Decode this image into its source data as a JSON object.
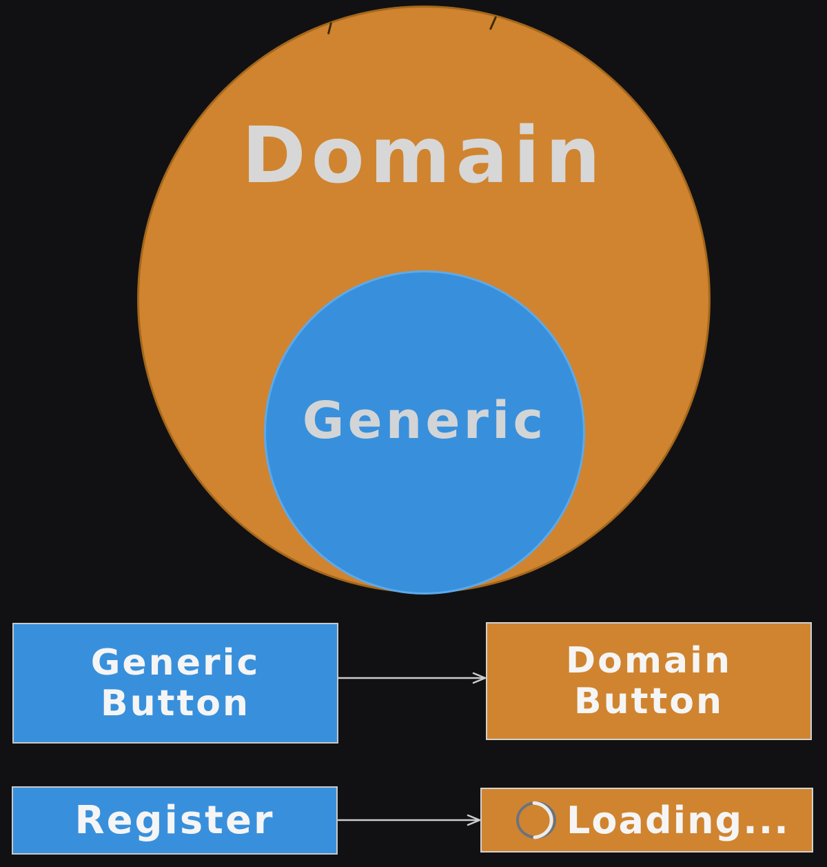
{
  "canvas": {
    "background": "#111113"
  },
  "venn": {
    "outer_label": "Domain",
    "outer_color": "#d0842f",
    "inner_label": "Generic",
    "inner_color": "#3890dc"
  },
  "row1": {
    "left": {
      "line1": "Generic",
      "line2": "Button",
      "color": "#3890dc"
    },
    "right": {
      "line1": "Domain",
      "line2": "Button",
      "color": "#d0842f"
    }
  },
  "row2": {
    "left": {
      "label": "Register",
      "color": "#3890dc"
    },
    "right": {
      "label": "Loading...",
      "icon": "spinner-icon",
      "color": "#d0842f"
    }
  },
  "text_colors": {
    "circle_label": "#d7d7d7",
    "button_label": "#f5f5f5"
  },
  "arrow_color": "#cdcdcd"
}
